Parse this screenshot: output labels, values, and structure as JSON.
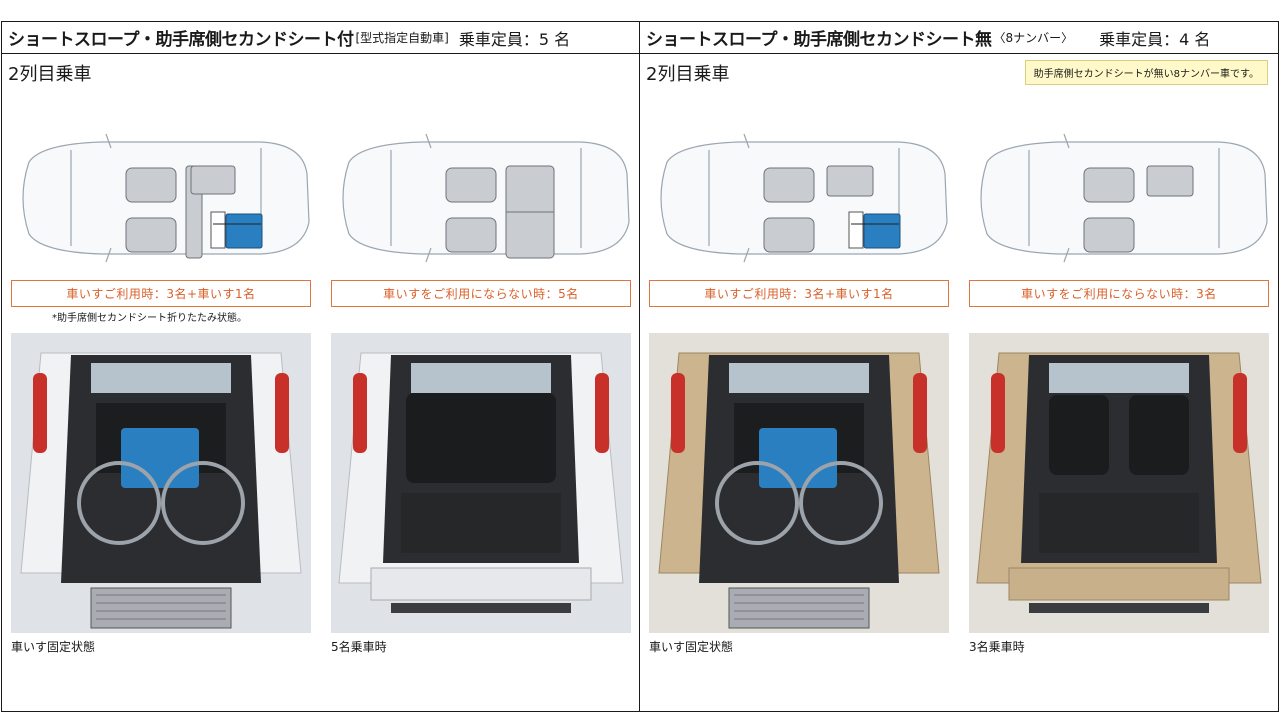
{
  "left": {
    "title_main": "ショートスロープ・助手席側セカンドシート付",
    "title_sub": "[型式指定自動車]",
    "capacity": "乗車定員：5 名",
    "row_label": "2列目乗車",
    "config_a": {
      "caption": "車いすご利用時：3名+車いす1名",
      "note": "*助手席側セカンドシート折りたたみ状態。",
      "photo_caption": "車いす固定状態"
    },
    "config_b": {
      "caption": "車いすをご利用にならない時：5名",
      "photo_caption": "5名乗車時"
    }
  },
  "right": {
    "title_main": "ショートスロープ・助手席側セカンドシート無",
    "title_sub": "〈8ナンバー〉",
    "capacity": "乗車定員：4 名",
    "row_label": "2列目乗車",
    "note": "助手席側セカンドシートが無い8ナンバー車です。",
    "config_a": {
      "caption": "車いすご利用時：3名+車いす1名",
      "photo_caption": "車いす固定状態"
    },
    "config_b": {
      "caption": "車いすをご利用にならない時：3名",
      "photo_caption": "3名乗車時"
    }
  },
  "colors": {
    "caption_border": "#e0743c",
    "caption_text": "#d9602a",
    "note_bg": "#fff8c8",
    "wheelchair_blue": "#2a7fc0",
    "body_white": "#eef0f3",
    "body_beige": "#cbb48e"
  }
}
